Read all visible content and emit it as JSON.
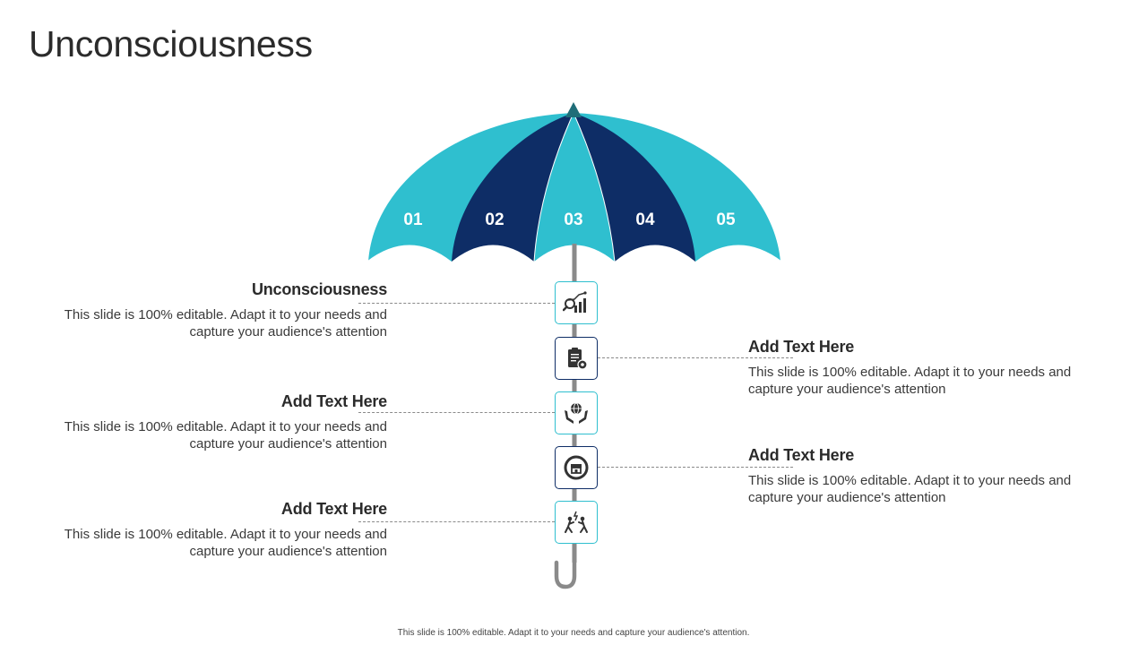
{
  "slide": {
    "title": "Unconsciousness",
    "footer": "This slide is 100% editable. Adapt it to your needs and capture your audience's attention."
  },
  "colors": {
    "teal": "#2fbfcf",
    "navy": "#0e2d66",
    "shaft": "#8a8a8a"
  },
  "segments": [
    {
      "number": "01",
      "color": "#2fbfcf"
    },
    {
      "number": "02",
      "color": "#0e2d66"
    },
    {
      "number": "03",
      "color": "#2fbfcf"
    },
    {
      "number": "04",
      "color": "#0e2d66"
    },
    {
      "number": "05",
      "color": "#2fbfcf"
    }
  ],
  "items": [
    {
      "side": "left",
      "heading": "Unconsciousness",
      "text": "This slide is 100% editable. Adapt it to your needs and capture your audience's attention",
      "icon": "analytics-magnifier-icon",
      "box": "teal"
    },
    {
      "side": "right",
      "heading": "Add Text Here",
      "text": "This slide is 100% editable. Adapt it to your needs and capture your audience's attention",
      "icon": "clipboard-gear-icon",
      "box": "navy"
    },
    {
      "side": "left",
      "heading": "Add Text Here",
      "text": "This slide is 100% editable. Adapt it to your needs and capture your audience's attention",
      "icon": "hands-globe-icon",
      "box": "teal"
    },
    {
      "side": "right",
      "heading": "Add Text Here",
      "text": "This slide is 100% editable. Adapt it to your needs and capture your audience's attention",
      "icon": "shop-target-icon",
      "box": "navy"
    },
    {
      "side": "left",
      "heading": "Add Text Here",
      "text": "This slide is 100% editable. Adapt it to your needs and capture your audience's attention",
      "icon": "people-conflict-icon",
      "box": "teal"
    }
  ]
}
